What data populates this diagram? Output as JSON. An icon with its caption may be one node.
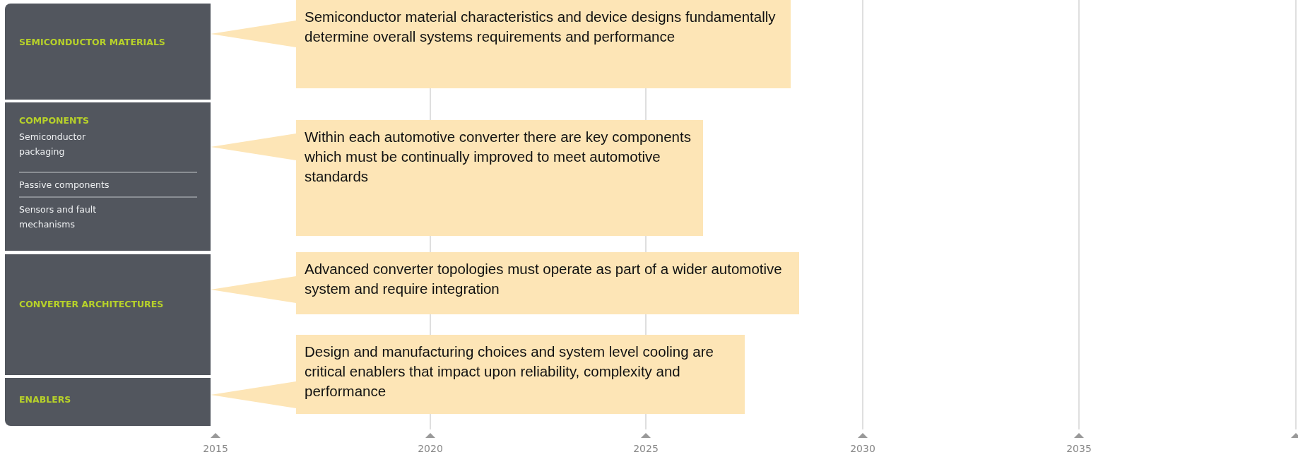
{
  "diagram": {
    "nodes": [
      {
        "text": [
          "SEMICONDUCTOR MATERIALS"
        ]
      },
      {
        "text": [
          "COMPONENTS"
        ]
      },
      {
        "text": [
          "Semiconductor packaging"
        ],
        "in": 1
      },
      {
        "text": [
          "Passive components"
        ],
        "in": 1
      },
      {
        "text": [
          "Sensors and fault mechanisms"
        ],
        "in": 1
      },
      {
        "text": [
          "CONVERTER ARCHITECTURES"
        ]
      },
      {
        "text": [
          "ENABLERS"
        ]
      },
      {
        "text": [
          "Semiconductor material characteristics and device designs fundamentally determine overall systems requirements and performance"
        ]
      },
      {
        "text": [
          "Within each automotive converter there are key components which must be continually improved to meet automotive standards"
        ]
      },
      {
        "text": [
          "Advanced converter topologies must operate as part of a wider automotive system and require integration"
        ]
      },
      {
        "text": [
          "Design and manufacturing choices and system level cooling are critical enablers that impact upon reliability, complexity and performance"
        ]
      }
    ],
    "edges": [
      {
        "from": 7,
        "to": 0,
        "arrow": "none"
      },
      {
        "from": 8,
        "to": 1,
        "arrow": "none"
      },
      {
        "from": 9,
        "to": 5,
        "arrow": "none"
      },
      {
        "from": 10,
        "to": 6,
        "arrow": "none"
      }
    ],
    "labels": [
      "2015",
      "2020",
      "2025",
      "2030",
      "2035"
    ]
  }
}
